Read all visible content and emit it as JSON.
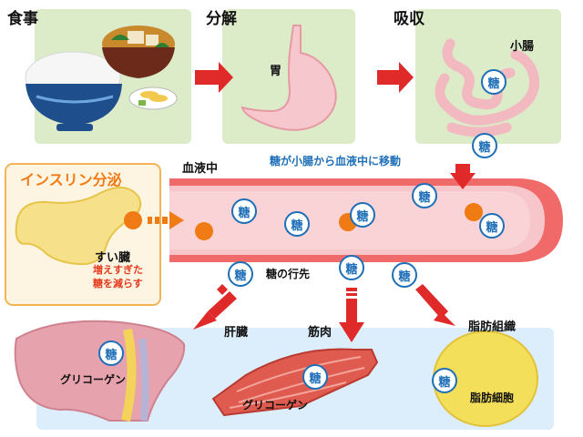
{
  "stages": {
    "meal": "食事",
    "digestion": "分解",
    "absorption": "吸収"
  },
  "organs": {
    "stomach": "胃",
    "small_intestine": "小腸",
    "pancreas": "すい臓",
    "liver": "肝臓",
    "muscle": "筋肉",
    "adipose": "脂肪組織"
  },
  "labels": {
    "blood": "血液中",
    "insulin": "インスリン分泌",
    "sugar_move": "糖が小腸から血液中に移動",
    "sugar_dest": "糖の行先",
    "pancreas_note_1": "増えすぎた",
    "pancreas_note_2": "糖を減らす",
    "glycogen_liver": "グリコーゲン",
    "glycogen_muscle": "グリコーゲン",
    "fat_cell": "脂肪細胞"
  },
  "glyph": {
    "sugar": "糖"
  },
  "colors": {
    "panel_green": "#dcebc8",
    "blood_pink": "#f7c6ca",
    "vessel_red": "#f06a6a",
    "arrow_red": "#e02a2a",
    "insulin_orange": "#f07a14",
    "storage_blue": "#dceefb",
    "sugar_blue": "#1e6fb8"
  }
}
